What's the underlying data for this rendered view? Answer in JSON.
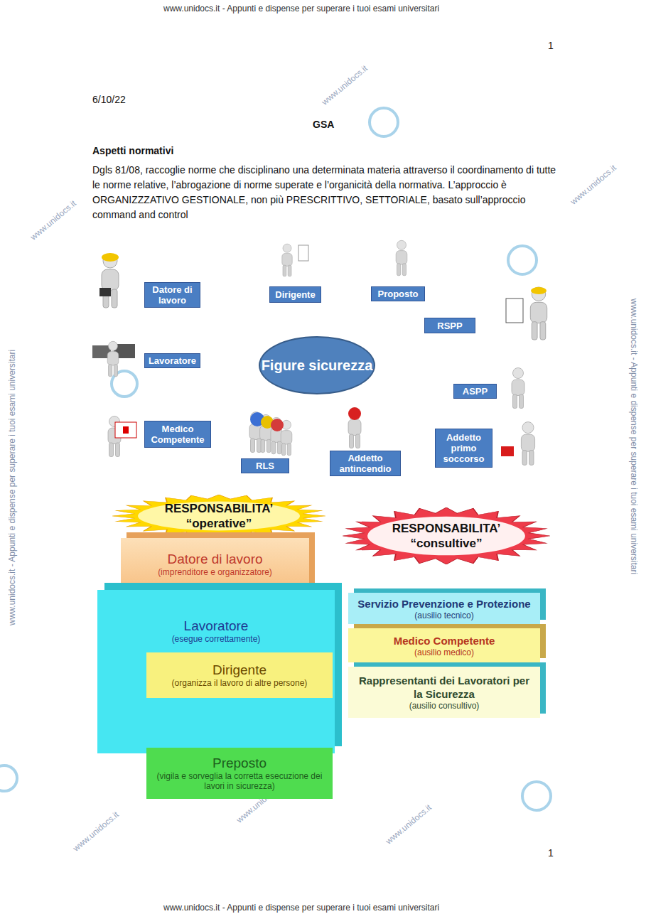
{
  "diagram": {
    "title": "GSA",
    "nodes": [
      {
        "text": [
          "Datore di lavoro"
        ]
      },
      {
        "text": [
          "Dirigente"
        ]
      },
      {
        "text": [
          "Proposto"
        ]
      },
      {
        "text": [
          "RSPP"
        ]
      },
      {
        "text": [
          "Lavoratore"
        ]
      },
      {
        "text": [
          "Figure sicurezza"
        ]
      },
      {
        "text": [
          "ASPP"
        ]
      },
      {
        "text": [
          "Medico Competente"
        ]
      },
      {
        "text": [
          "RLS"
        ]
      },
      {
        "text": [
          "Addetto antincendio"
        ]
      },
      {
        "text": [
          "Addetto primo soccorso"
        ]
      },
      {
        "text": [
          "RESPONSABILITA’ “operative”"
        ]
      },
      {
        "text": [
          "Datore di lavoro",
          "(imprenditore e organizzatore)"
        ]
      },
      {
        "text": [
          "Lavoratore",
          "(esegue correttamente)"
        ]
      },
      {
        "text": [
          "Dirigente",
          "(organizza il lavoro di altre persone)"
        ],
        "in": 13
      },
      {
        "text": [
          "Preposto",
          "(vigila e sorveglia la corretta esecuzione dei lavori in sicurezza)"
        ],
        "in": 13
      },
      {
        "text": [
          "RESPONSABILITA’ “consultive”"
        ]
      },
      {
        "text": [
          "Servizio Prevenzione e Protezione",
          "(ausilio tecnico)"
        ]
      },
      {
        "text": [
          "Medico Competente",
          "(ausilio medico)"
        ]
      },
      {
        "text": [
          "Rappresentanti dei Lavoratori per la Sicurezza",
          "(ausilio consultivo)"
        ]
      }
    ],
    "labels": [
      "www.unidocs.it - Appunti e dispense per superare i tuoi esami universitari",
      "1",
      "6/10/22",
      "Aspetti normativi",
      "Dgls 81/08, raccoglie norme che disciplinano una determinata materia attraverso il coordinamento di tutte le norme relative, l’abrogazione di norme superate e l’organicità della normativa. L’approccio è ORGANIZZZATIVO GESTIONALE, non più PRESCRITTIVO, SETTORIALE, basato sull’approccio command and control",
      "1",
      "www.unidocs.it - Appunti e dispense per superare i tuoi esami universitari",
      "www.unidocs.it - Appunti e dispense per superare i tuoi esami universitari",
      "www.unidocs.it - Appunti e dispense per superare i tuoi esami universitari",
      "www.unidocs.it",
      "www.unidocs.it",
      "www.unidocs.it",
      "www.unidocs.it",
      "www.unidocs.it",
      "www.unidocs.it"
    ]
  }
}
